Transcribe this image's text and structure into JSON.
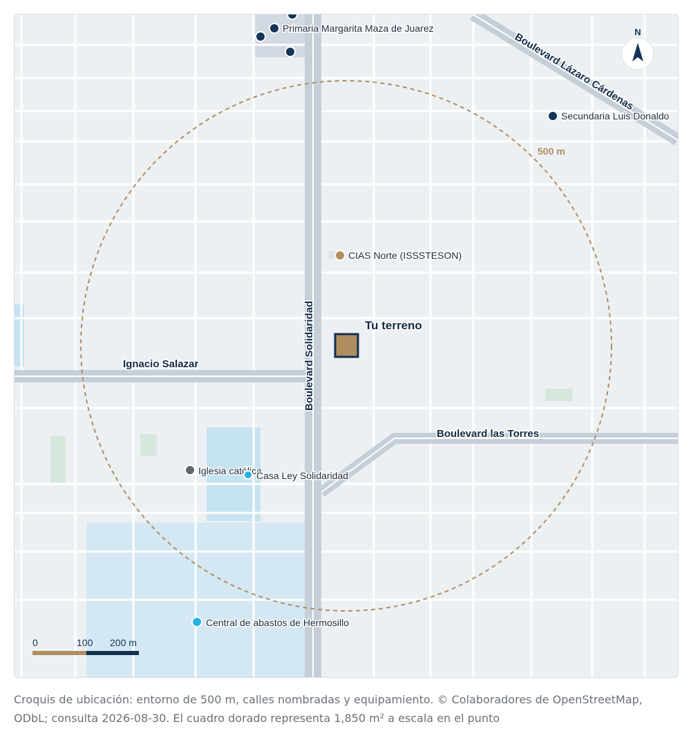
{
  "map": {
    "roads": {
      "solidaridad": "Boulevard Solidaridad",
      "ignacio_salazar": "Ignacio Salazar",
      "las_torres": "Boulevard las Torres",
      "lazaro_cardenas": "Boulevard Lázaro Cárdenas"
    },
    "pois": {
      "primaria": "Primaria Margarita Maza de Juarez",
      "secundaria": "Secundaria Luis Donaldo",
      "cias": "CIAS Norte (ISSSTESON)",
      "iglesia": "Iglesia católica",
      "casa_ley": "Casa Ley Solidaridad",
      "central": "Central de abastos de Hermosillo"
    },
    "site_label": "Tu terreno",
    "radius_label": "500 m",
    "compass_label": "N",
    "compass_icon": "north-arrow-icon",
    "scale": {
      "t0": "0",
      "t1": "100",
      "t2": "200 m"
    },
    "colors": {
      "gold": "#b08d5f",
      "navy": "#123456",
      "poi_blue": "#26b1e3",
      "poi_gray": "#5f6870",
      "water_landuse": "#d3e8f3"
    }
  },
  "caption": "Croquis de ubicación: entorno de 500 m, calles nombradas y equipamiento. © Colaboradores de OpenStreetMap, ODbL; consulta 2026-08-30. El cuadro dorado representa 1,850 m² a escala en el punto"
}
